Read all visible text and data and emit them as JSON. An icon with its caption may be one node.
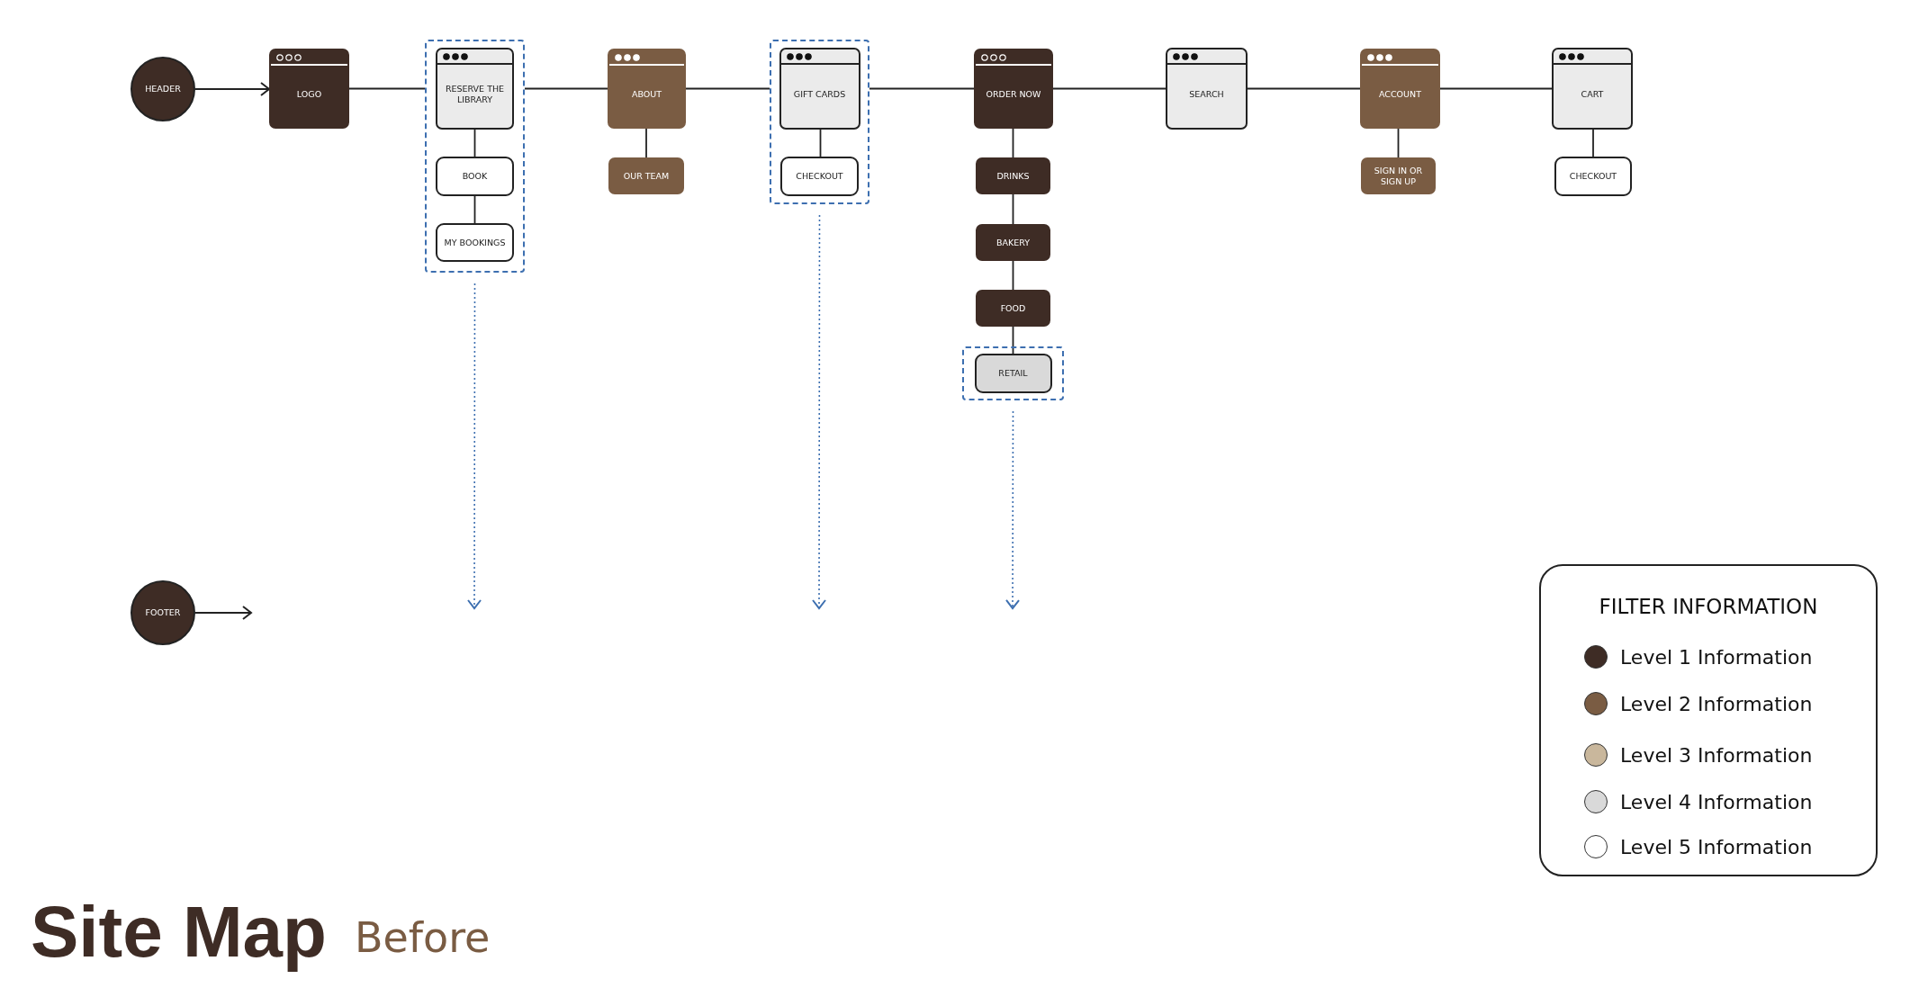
{
  "diagram": {
    "title": "Site Map",
    "nodes": [
      {
        "text": [
          "HEADER"
        ]
      },
      {
        "text": [
          "LOGO"
        ]
      },
      {
        "text": [],
        "shape": "box"
      },
      {
        "text": [
          "RESERVE THE LIBRARY"
        ],
        "in": 2
      },
      {
        "text": [
          "BOOK"
        ],
        "in": 2
      },
      {
        "text": [
          "MY BOOKINGS"
        ],
        "in": 2
      },
      {
        "text": [
          "ABOUT"
        ]
      },
      {
        "text": [
          "OUR TEAM"
        ]
      },
      {
        "text": [],
        "shape": "box"
      },
      {
        "text": [
          "GIFT CARDS"
        ],
        "in": 8
      },
      {
        "text": [
          "CHECKOUT"
        ],
        "in": 8
      },
      {
        "text": [
          "ORDER NOW"
        ]
      },
      {
        "text": [
          "DRINKS"
        ]
      },
      {
        "text": [
          "BAKERY"
        ]
      },
      {
        "text": [
          "FOOD"
        ]
      },
      {
        "text": [],
        "shape": "box"
      },
      {
        "text": [
          "RETAIL"
        ],
        "in": 15
      },
      {
        "text": [
          "SEARCH"
        ]
      },
      {
        "text": [
          "ACCOUNT"
        ]
      },
      {
        "text": [
          "SIGN IN OR SIGN UP"
        ]
      },
      {
        "text": [
          "CART"
        ]
      },
      {
        "text": [
          "CHECKOUT"
        ]
      },
      {
        "text": [
          "FOOTER"
        ]
      }
    ],
    "edges": [
      {
        "from": 0,
        "to": 1,
        "arrow": "to"
      },
      {
        "from": 1,
        "to": 2,
        "arrow": "none"
      },
      {
        "from": 2,
        "to": 6,
        "arrow": "none"
      },
      {
        "from": 6,
        "to": 8,
        "arrow": "none"
      },
      {
        "from": 8,
        "to": 11,
        "arrow": "none"
      },
      {
        "from": 11,
        "to": 17,
        "arrow": "none"
      },
      {
        "from": 17,
        "to": 18,
        "arrow": "none"
      },
      {
        "from": 18,
        "to": 20,
        "arrow": "none"
      },
      {
        "from": 3,
        "to": 4,
        "arrow": "none"
      },
      {
        "from": 4,
        "to": 5,
        "arrow": "none"
      },
      {
        "from": 6,
        "to": 7,
        "arrow": "none"
      },
      {
        "from": 9,
        "to": 10,
        "arrow": "none"
      },
      {
        "from": 11,
        "to": 12,
        "arrow": "none"
      },
      {
        "from": 12,
        "to": 13,
        "arrow": "none"
      },
      {
        "from": 13,
        "to": 14,
        "arrow": "none"
      },
      {
        "from": 14,
        "to": 16,
        "arrow": "none"
      },
      {
        "from": 18,
        "to": 19,
        "arrow": "none"
      },
      {
        "from": 20,
        "to": 21,
        "arrow": "none"
      },
      {
        "from": 2,
        "to": null,
        "arrow": "to",
        "style": "dashed",
        "color": "#3d6fb0"
      },
      {
        "from": 8,
        "to": null,
        "arrow": "to",
        "style": "dashed",
        "color": "#3d6fb0"
      },
      {
        "from": 15,
        "to": null,
        "arrow": "to",
        "style": "dashed",
        "color": "#3d6fb0"
      },
      {
        "from": 22,
        "to": null,
        "arrow": "to"
      }
    ],
    "labels": [
      "Before",
      "FILTER INFORMATION"
    ],
    "legend": [
      {
        "text": "Level 1 Information",
        "color": "#3e2c25"
      },
      {
        "text": "Level 2 Information",
        "color": "#7a5c43"
      },
      {
        "text": "Level 3 Information",
        "color": "#c9b79c"
      },
      {
        "text": "Level 4 Information",
        "color": "#d9d9d9"
      },
      {
        "text": "Level 5 Information",
        "color": "#ffffff"
      }
    ]
  }
}
